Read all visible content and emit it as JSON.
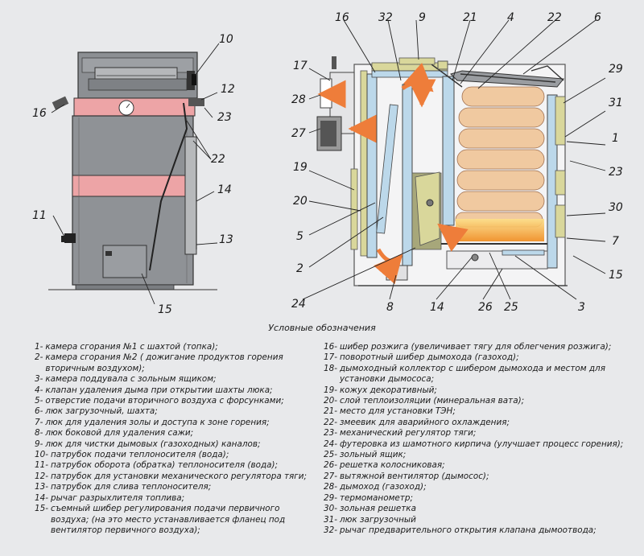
{
  "diagram": {
    "callouts_front": [
      "10",
      "12",
      "16",
      "23",
      "22",
      "14",
      "11",
      "13",
      "15"
    ],
    "callouts_section": [
      "16",
      "32",
      "9",
      "21",
      "4",
      "22",
      "6",
      "17",
      "28",
      "27",
      "19",
      "20",
      "5",
      "2",
      "24",
      "8",
      "14",
      "26",
      "25",
      "3",
      "29",
      "31",
      "1",
      "23",
      "30",
      "7",
      "15"
    ]
  },
  "legend": {
    "title": "Условные обозначения",
    "left": [
      {
        "n": "1-",
        "t": "камера сгорания №1 с шахтой (топка);"
      },
      {
        "n": "2-",
        "t": "камера сгорания №2 ( дожигание продуктов горения вторичным воздухом);"
      },
      {
        "n": "3-",
        "t": "камера поддувала с зольным ящиком;"
      },
      {
        "n": "4-",
        "t": "клапан удаления дыма при открытии шахты люка;"
      },
      {
        "n": "5-",
        "t": "отверстие подачи вторичного воздуха с форсунками;"
      },
      {
        "n": "6-",
        "t": "люк загрузочный, шахта;"
      },
      {
        "n": "7-",
        "t": "люк для удаления золы и доступа к зоне горения;"
      },
      {
        "n": "8-",
        "t": "люк боковой для удаления сажи;"
      },
      {
        "n": "9-",
        "t": "люк для чистки дымовых (газоходных) каналов;"
      },
      {
        "n": "10-",
        "t": "патрубок подачи теплоносителя (вода);"
      },
      {
        "n": "11-",
        "t": "патрубок оборота (обратка) теплоносителя (вода);"
      },
      {
        "n": "12-",
        "t": "патрубок для установки механического регулятора тяги;"
      },
      {
        "n": "13-",
        "t": "патрубок для слива теплоносителя;"
      },
      {
        "n": "14-",
        "t": "рычаг разрыхлителя топлива;"
      },
      {
        "n": "15-",
        "t": "съемный шибер регулирования подачи первичного воздуха; (на это место устанавливается фланец под вентилятор первичного воздуха);"
      }
    ],
    "right": [
      {
        "n": "16-",
        "t": "шибер розжига (увеличивает тягу для облегчения розжига);"
      },
      {
        "n": "17-",
        "t": "поворотный шибер дымохода (газоход);"
      },
      {
        "n": "18-",
        "t": "дымоходный коллектор с шибером дымохода и местом для установки дымососа;"
      },
      {
        "n": "19-",
        "t": "кожух декоративный;"
      },
      {
        "n": "20-",
        "t": "слой теплоизоляции (минеральная вата);"
      },
      {
        "n": "21-",
        "t": "место для установки ТЭН;"
      },
      {
        "n": "22-",
        "t": "змеевик для аварийного охлаждения;"
      },
      {
        "n": "23-",
        "t": "механический регулятор тяги;"
      },
      {
        "n": "24-",
        "t": "футеровка из шамотного кирпича (улучшает процесс горения);"
      },
      {
        "n": "25-",
        "t": "зольный ящик;"
      },
      {
        "n": "26-",
        "t": "решетка колосниковая;"
      },
      {
        "n": "27-",
        "t": "вытяжной вентилятор (дымосос);"
      },
      {
        "n": "28-",
        "t": "дымоход (газоход);"
      },
      {
        "n": "29-",
        "t": "термоманометр;"
      },
      {
        "n": "30-",
        "t": "зольная решетка"
      },
      {
        "n": "31-",
        "t": "люк загрузочный"
      },
      {
        "n": "32-",
        "t": "рычаг предварительного открытия клапана дымоотвода;"
      }
    ]
  },
  "colors": {
    "steel": "#8f9296",
    "pink_band": "#eda4a6",
    "water": "#bcd8ea",
    "insulation": "#d9d79b",
    "log": "#f0c9a0",
    "fire": "#f4a020",
    "arrow": "#ee7d3a"
  }
}
